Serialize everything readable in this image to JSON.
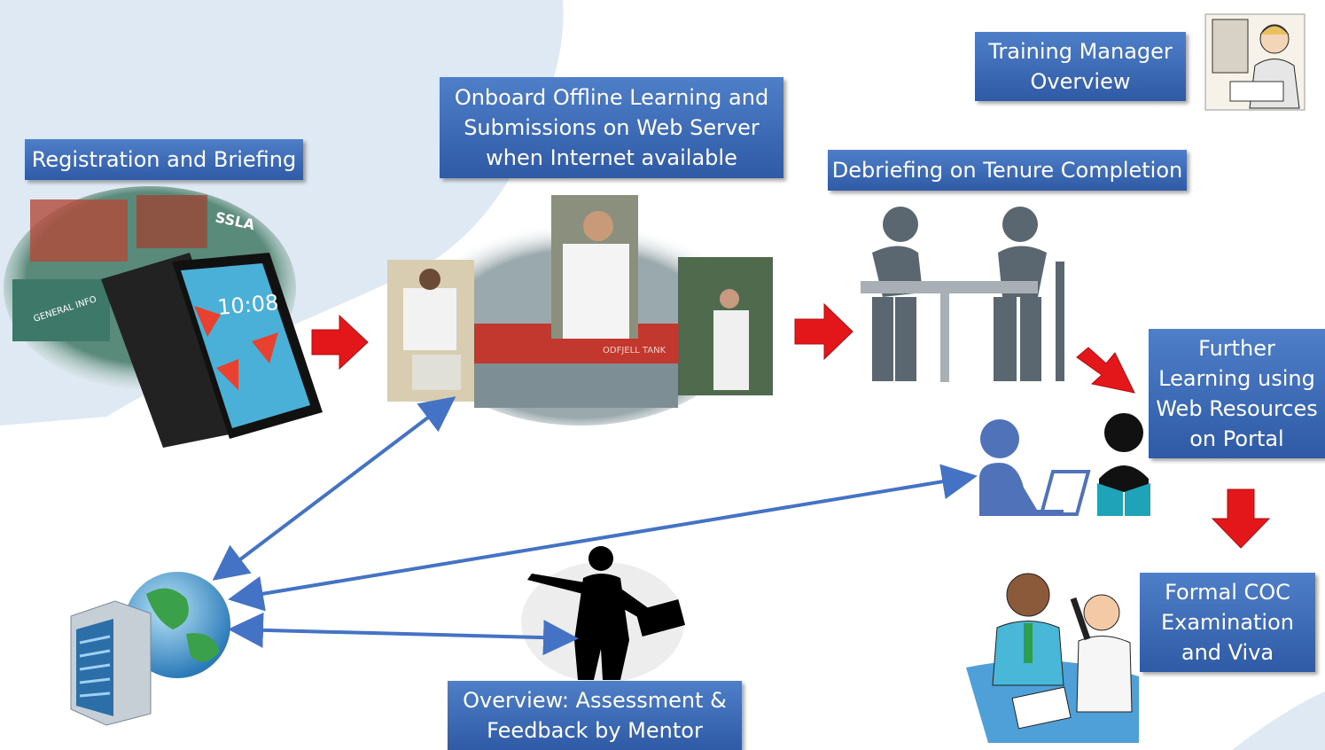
{
  "labels": {
    "registration": "Registration and Briefing",
    "onboard": [
      "Onboard Offline Learning and",
      "Submissions on Web Server",
      "when Internet available"
    ],
    "training_manager": [
      "Training Manager",
      "Overview"
    ],
    "debriefing": "Debriefing on Tenure Completion",
    "further_learning": [
      "Further",
      "Learning using",
      "Web Resources",
      "on Portal"
    ],
    "formal_coc": [
      "Formal COC",
      "Examination",
      "and Viva"
    ],
    "mentor": [
      "Overview: Assessment &",
      "Feedback by Mentor"
    ]
  },
  "image_text": {
    "tablet_clock": "10:08",
    "brochure_title": "SSLA",
    "brochure_section": "GENERAL INFO",
    "ship_hull": "ODFJELL TANK"
  },
  "colors": {
    "label_fill": "#3a67b5",
    "arrow_red": "#e3161a",
    "connector_blue": "#4472c4",
    "background_blob": "#dde8f4"
  },
  "icons": [
    "tablet-icon",
    "server-globe-icon",
    "meeting-icon",
    "online-learning-icon",
    "mentor-silhouette-icon",
    "examination-icon",
    "training-manager-icon"
  ]
}
